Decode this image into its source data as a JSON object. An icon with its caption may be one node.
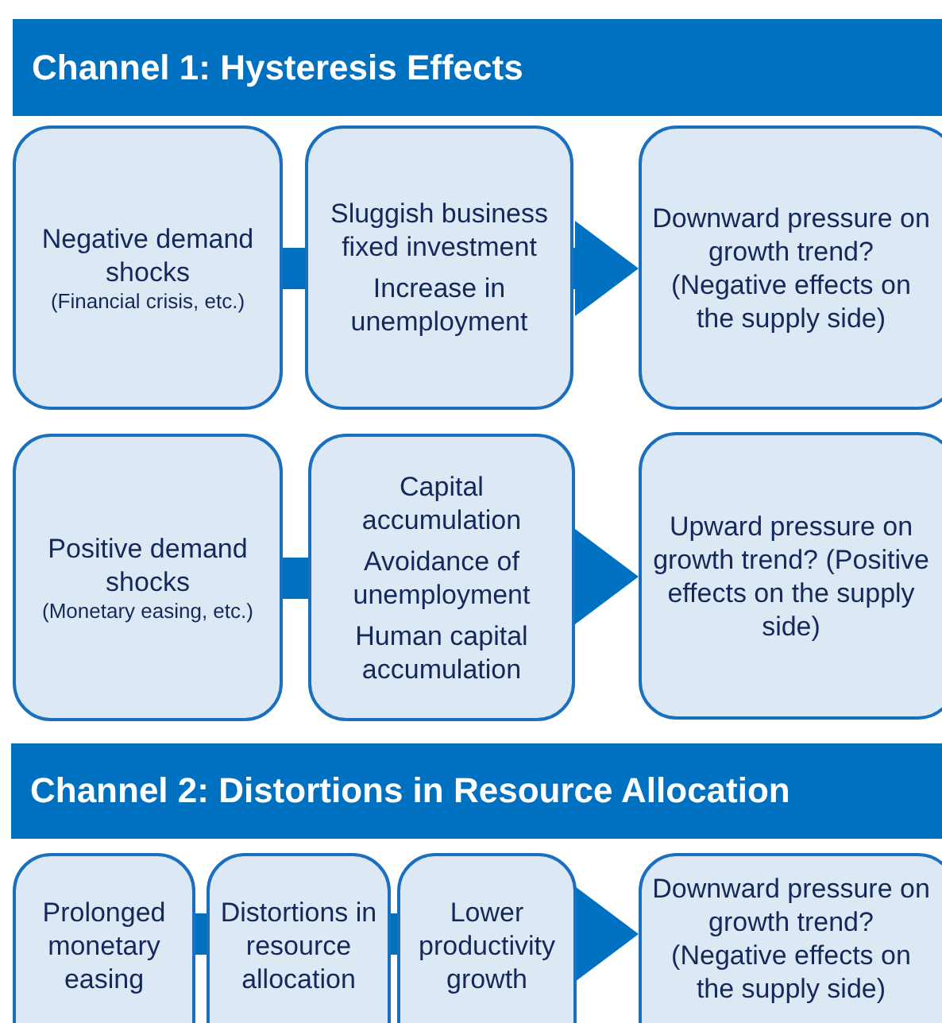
{
  "diagram": {
    "nodes": [
      {
        "text": [
          "Channel 1: Hysteresis Effects"
        ]
      },
      {
        "text": [
          "Negative demand shocks",
          "(Financial crisis, etc.)"
        ]
      },
      {
        "text": [
          "Sluggish business fixed investment",
          "Increase in unemployment"
        ]
      },
      {
        "text": [
          "Downward pressure on growth trend? (Negative effects on the supply side)"
        ]
      },
      {
        "text": [
          "Positive demand shocks",
          "(Monetary easing, etc.)"
        ]
      },
      {
        "text": [
          "Capital accumulation",
          "Avoidance of unemployment",
          "Human capital accumulation"
        ]
      },
      {
        "text": [
          "Upward pressure on growth trend? (Positive effects on the supply side)"
        ]
      },
      {
        "text": [
          "Channel 2: Distortions in Resource Allocation"
        ]
      },
      {
        "text": [
          "Prolonged monetary easing"
        ]
      },
      {
        "text": [
          "Distortions in resource allocation"
        ]
      },
      {
        "text": [
          "Lower productivity growth"
        ]
      },
      {
        "text": [
          "Downward pressure on growth trend? (Negative effects on the supply side)"
        ]
      }
    ],
    "edges": [
      {
        "from": 1,
        "to": 2,
        "arrow": "none"
      },
      {
        "from": 2,
        "to": 3,
        "arrow": "to"
      },
      {
        "from": 4,
        "to": 5,
        "arrow": "none"
      },
      {
        "from": 5,
        "to": 6,
        "arrow": "to"
      },
      {
        "from": 8,
        "to": 9,
        "arrow": "none"
      },
      {
        "from": 9,
        "to": 10,
        "arrow": "none"
      },
      {
        "from": 10,
        "to": 11,
        "arrow": "to"
      }
    ]
  }
}
